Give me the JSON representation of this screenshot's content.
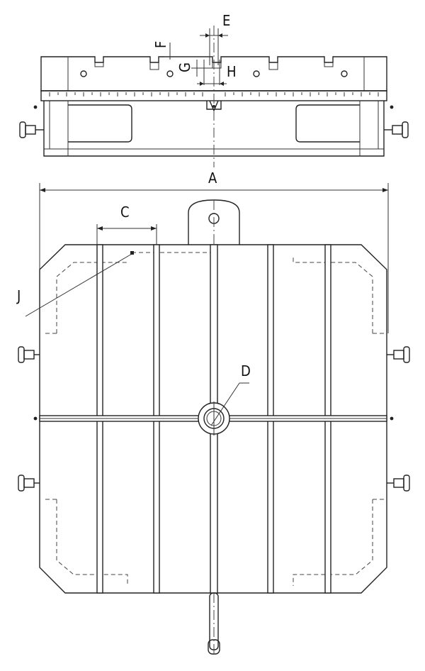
{
  "labels": {
    "A": "A",
    "C": "C",
    "D": "D",
    "E": "E",
    "F": "F",
    "G": "G",
    "H": "H",
    "J": "J"
  }
}
